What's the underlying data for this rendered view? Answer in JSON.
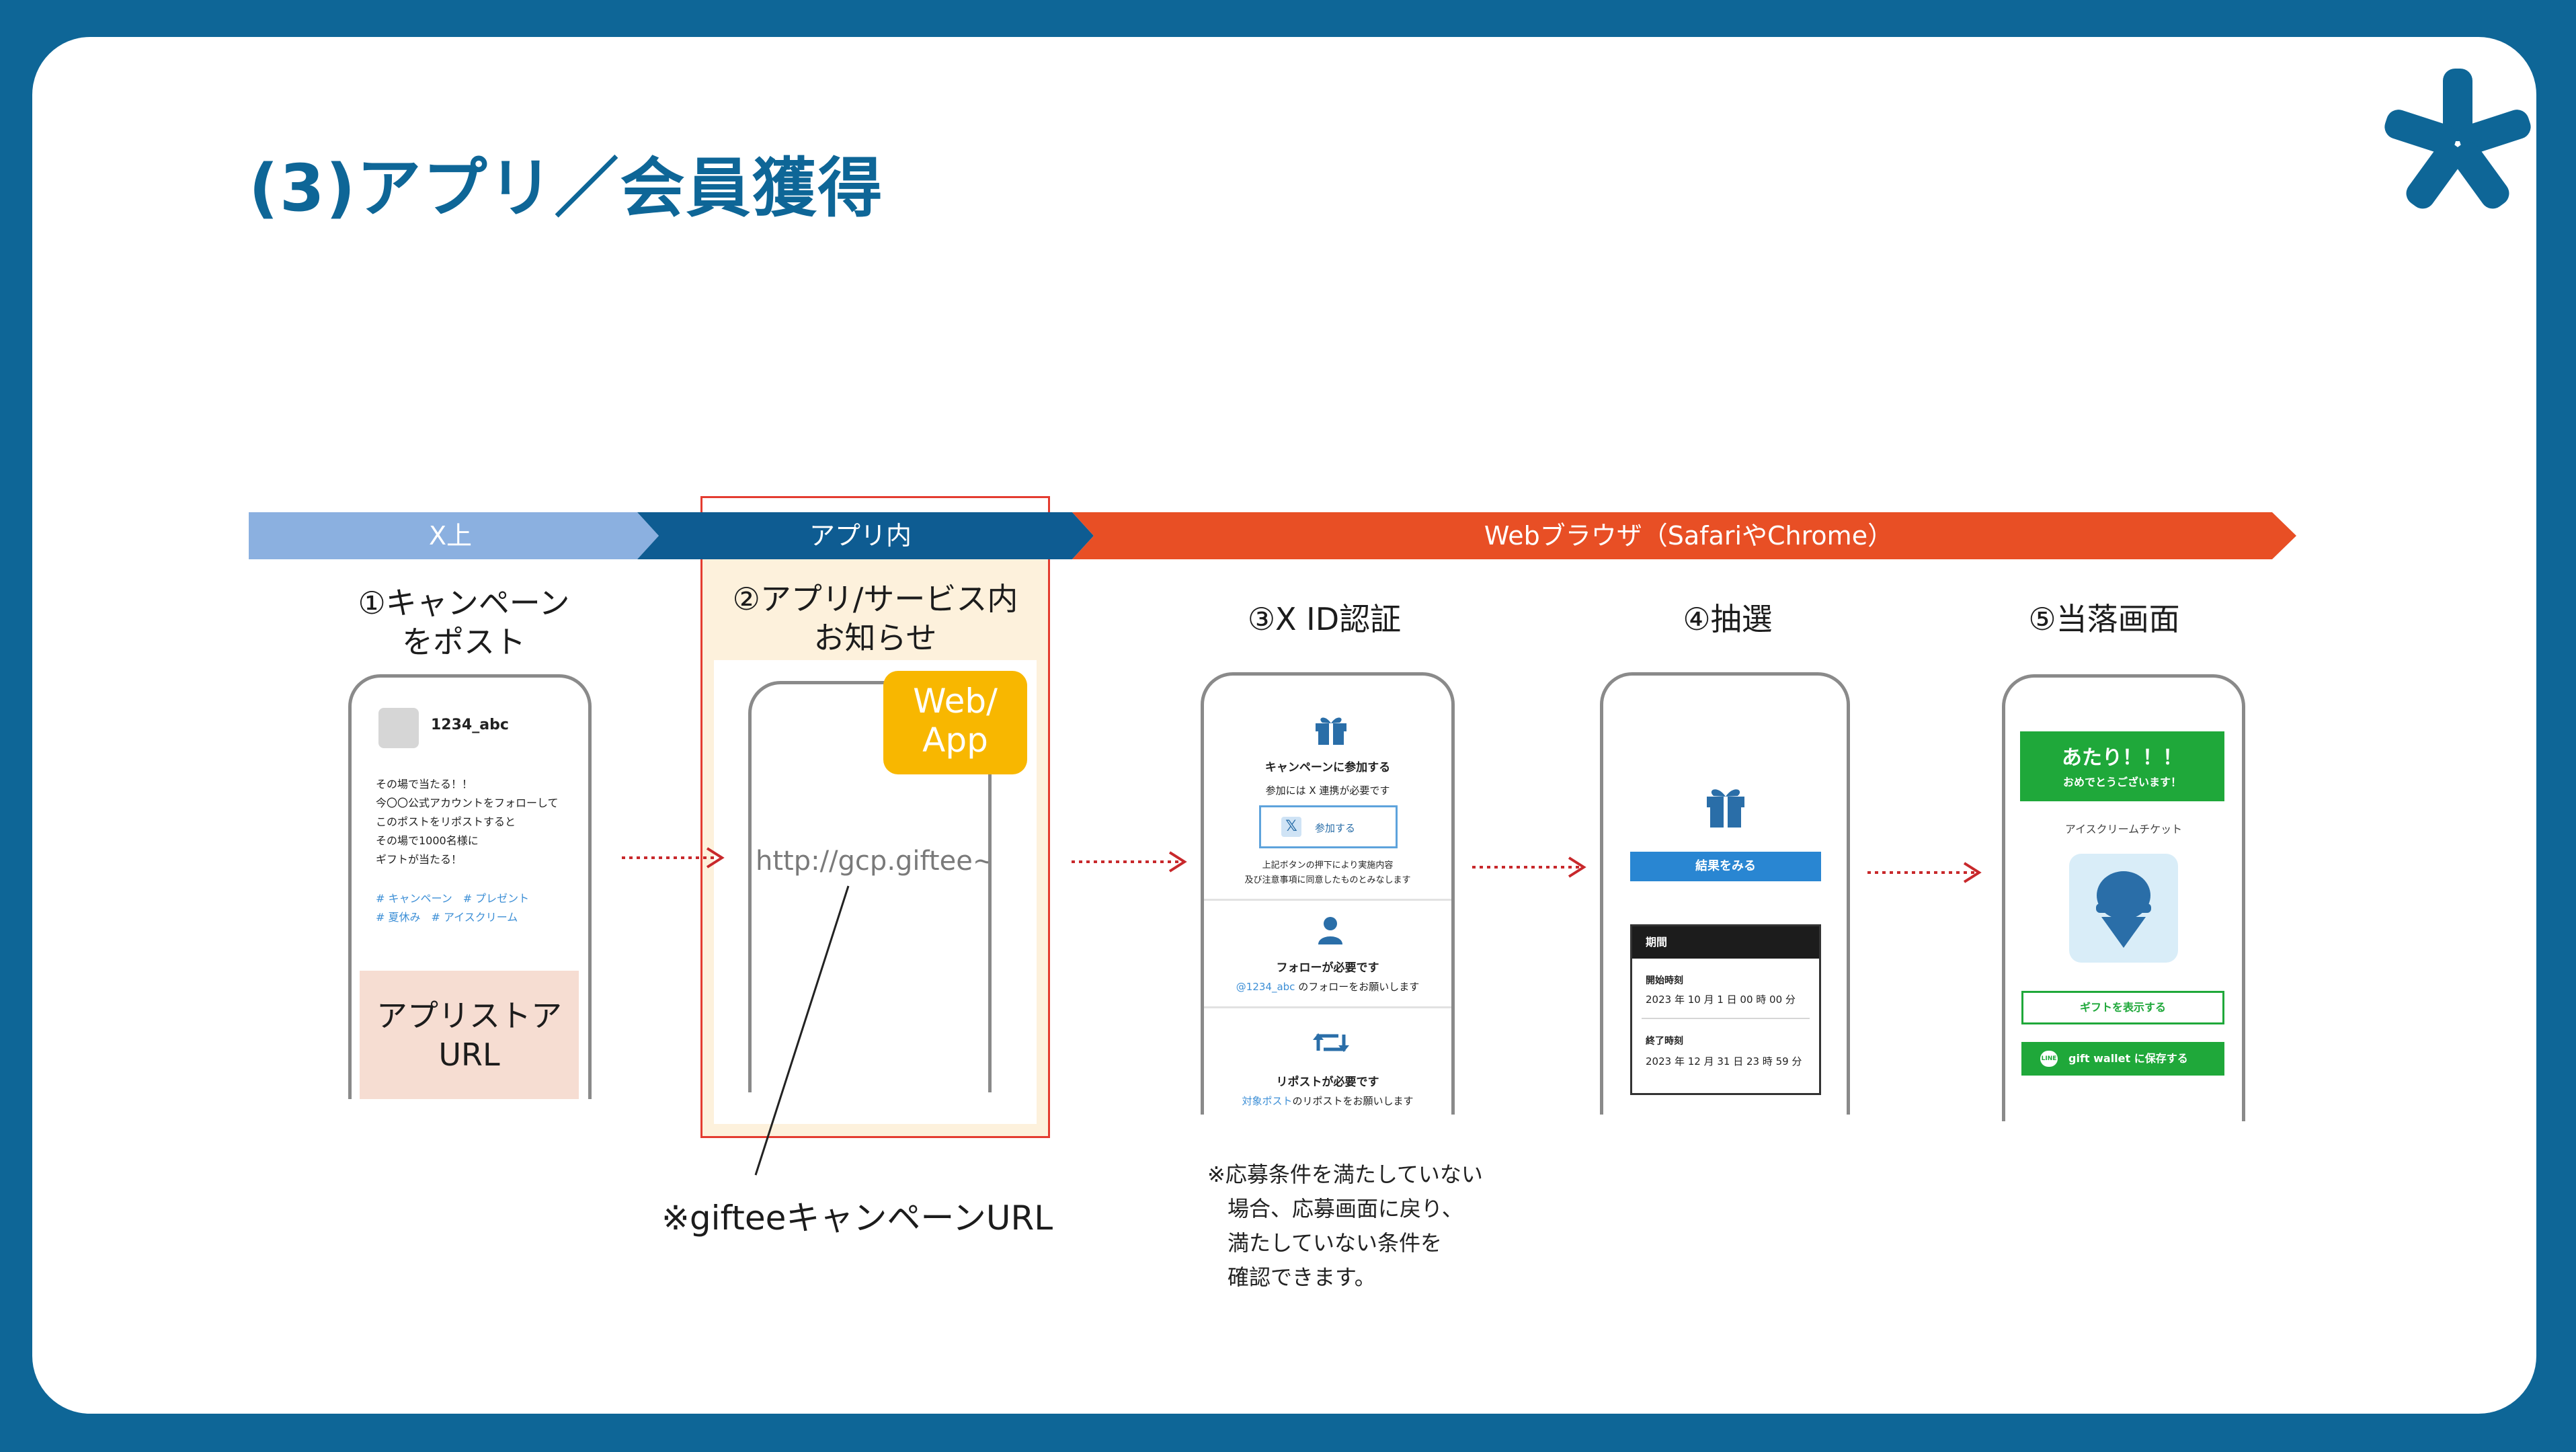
{
  "title": "(3)アプリ／会員獲得",
  "bands": {
    "x": "X上",
    "app": "アプリ内",
    "web": "Webブラウザ（SafariやChrome）"
  },
  "colors": {
    "background": "#0e6697",
    "band_x": "#8bb0e0",
    "band_app": "#0e5c92",
    "band_web": "#e84f25",
    "highlight": "#e43c30",
    "badge": "#f8b700",
    "green": "#1fa83a"
  },
  "steps": {
    "s1": [
      "①キャンペーン",
      "をポスト"
    ],
    "s2": [
      "②アプリ/サービス内",
      "お知らせ"
    ],
    "s3": "③X ID認証",
    "s4": "④抽選",
    "s5": "⑤当落画面"
  },
  "phone1": {
    "username": "1234_abc",
    "lines": [
      "その場で当たる！！",
      "今〇〇公式アカウントをフォローして",
      "このポストをリポストすると",
      "その場で1000名様に",
      "ギフトが当たる！"
    ],
    "tags1": "# キャンペーン　# プレゼント",
    "tags2": "# 夏休み　# アイスクリーム",
    "store_line1": "アプリストア",
    "store_line2": "URL"
  },
  "phone2": {
    "url": "http://gcp.giftee~",
    "badge_line1": "Web/",
    "badge_line2": "App"
  },
  "url_caption": "※gifteeキャンペーンURL",
  "phone3": {
    "heading": "キャンペーンに参加する",
    "sub": "参加には X 連携が必要です",
    "button": "参加する",
    "fine1": "上記ボタンの押下により実施内容",
    "fine2": "及び注意事項に同意したものとみなします",
    "follow_title": "フォローが必要です",
    "follow_handle": "@1234_abc",
    "follow_rest": " のフォローをお願いします",
    "repost_title": "リポストが必要です",
    "repost_target": "対象ポスト",
    "repost_rest": "のリポストをお願いします"
  },
  "note": {
    "line1": "※応募条件を満たしていない",
    "line2": "場合、応募画面に戻り、",
    "line3": "満たしていない条件を",
    "line4": "確認できます。"
  },
  "phone4": {
    "button": "結果をみる",
    "period_header": "期間",
    "start_label": "開始時刻",
    "start_value": "2023 年 10 月 1 日 00 時 00 分",
    "end_label": "終了時刻",
    "end_value": "2023 年 12 月 31 日 23 時 59 分"
  },
  "phone5": {
    "win_title": "あたり！！！",
    "win_sub": "おめでとうございます！",
    "ticket": "アイスクリームチケット",
    "show_gift": "ギフトを表示する",
    "save_wallet": "gift wallet に保存する"
  }
}
